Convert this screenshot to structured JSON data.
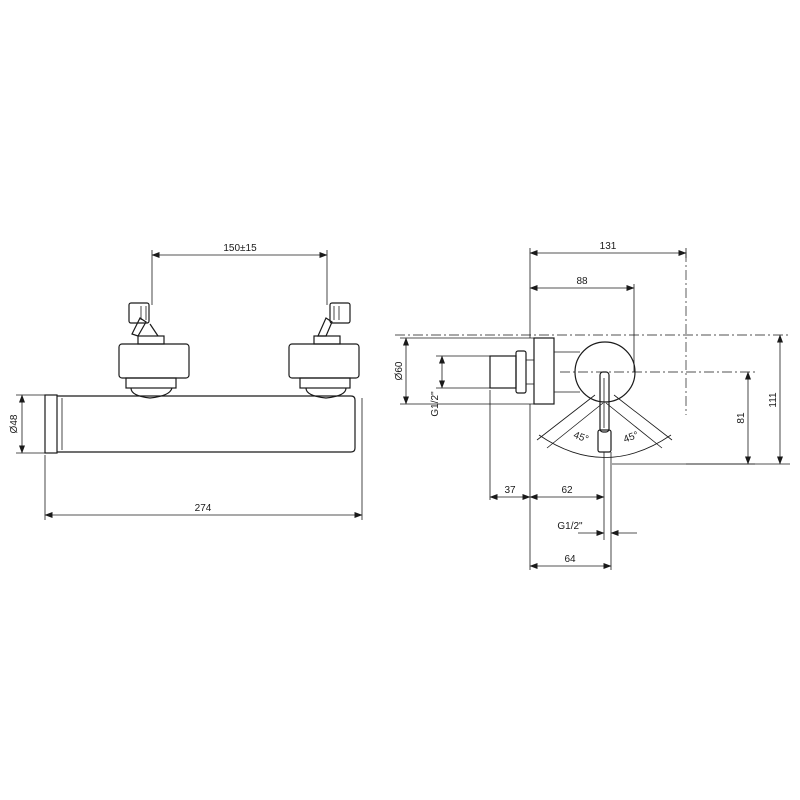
{
  "front_view": {
    "dim_inlet_spacing": "150±15",
    "dim_body_diameter": "Ø48",
    "dim_overall_length": "274"
  },
  "side_view": {
    "dim_depth_total": "131",
    "dim_depth_handle_axis": "88",
    "dim_flange_diameter": "Ø60",
    "dim_inlet_thread": "G1/2\"",
    "dim_height_total": "111",
    "dim_height_outlet": "81",
    "dim_connector_length": "37",
    "dim_body_to_outlet": "62",
    "dim_outlet_thread": "G1/2\"",
    "dim_wall_to_outlet": "64",
    "angle_left": "45°",
    "angle_right": "45°"
  },
  "colors": {
    "line": "#1a1a1a",
    "background": "#ffffff"
  }
}
